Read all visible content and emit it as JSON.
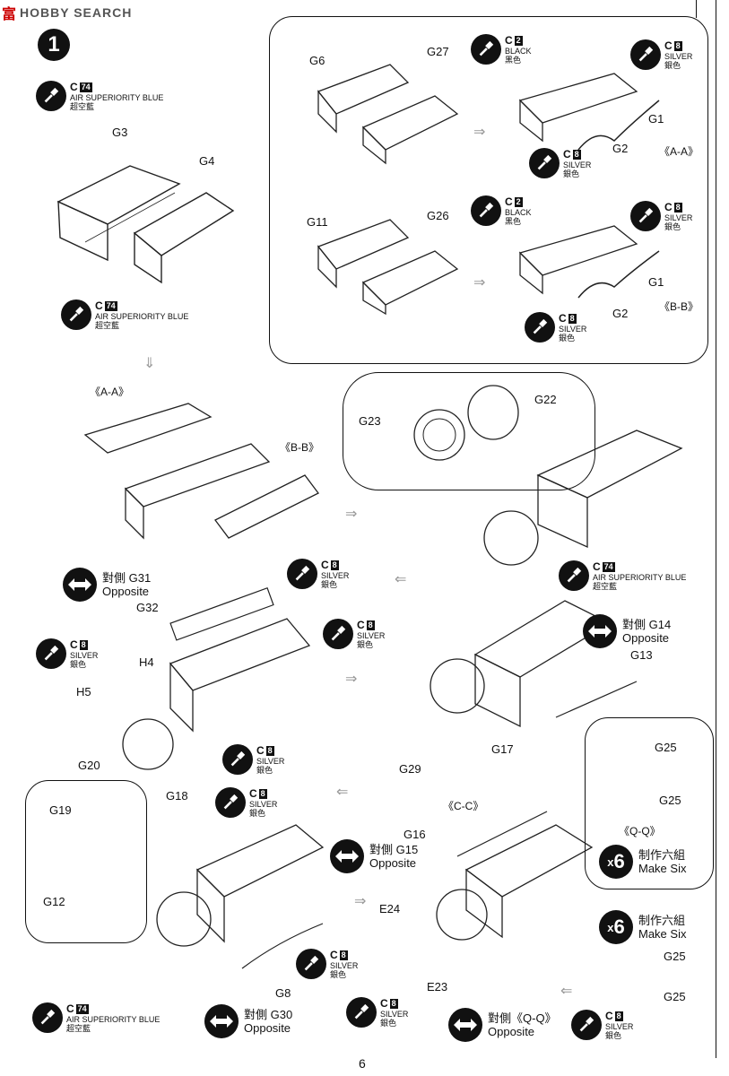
{
  "header": {
    "logo_cjk": "富",
    "logo_text": "HOBBY SEARCH"
  },
  "step": {
    "number": "1"
  },
  "page_number": "6",
  "paints": {
    "c74": {
      "code": "C",
      "num": "74",
      "name": "AIR SUPERIORITY BLUE",
      "cjk": "超空藍"
    },
    "c8": {
      "code": "C",
      "num": "8",
      "name": "SILVER",
      "cjk": "銀色"
    },
    "c2": {
      "code": "C",
      "num": "2",
      "name": "BLACK",
      "cjk": "黑色"
    }
  },
  "opposite": {
    "g31": {
      "cjk": "對側 G31",
      "en": "Opposite"
    },
    "g14": {
      "cjk": "對側 G14",
      "en": "Opposite"
    },
    "g15": {
      "cjk": "對側",
      "part": "G15",
      "en": "Opposite"
    },
    "g30": {
      "cjk": "對側 G30",
      "en": "Opposite"
    },
    "qq": {
      "cjk": "對側《Q-Q》",
      "en": "Opposite"
    }
  },
  "make_six": {
    "mult": "x",
    "count": "6",
    "cjk": "制作六組",
    "en": "Make Six"
  },
  "sections": {
    "aa": "《A-A》",
    "bb": "《B-B》",
    "cc": "《C-C》",
    "qq": "《Q-Q》"
  },
  "parts": {
    "G1": "G1",
    "G2": "G2",
    "G3": "G3",
    "G4": "G4",
    "G6": "G6",
    "G8": "G8",
    "G11": "G11",
    "G12": "G12",
    "G13": "G13",
    "G16": "G16",
    "G17": "G17",
    "G18": "G18",
    "G19": "G19",
    "G20": "G20",
    "G22": "G22",
    "G23": "G23",
    "G25": "G25",
    "G26": "G26",
    "G27": "G27",
    "G29": "G29",
    "G32": "G32",
    "H4": "H4",
    "H5": "H5",
    "E23": "E23",
    "E24": "E24"
  }
}
